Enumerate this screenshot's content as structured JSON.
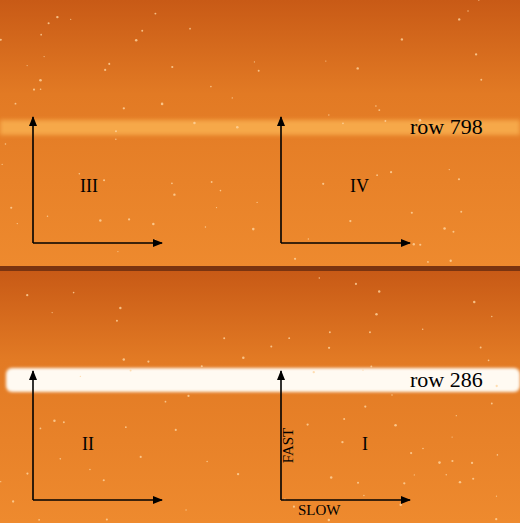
{
  "diagram": {
    "labels": [
      "row 798",
      "III",
      "IV",
      "row 286",
      "II",
      "FAST",
      "I",
      "SLOW"
    ]
  }
}
